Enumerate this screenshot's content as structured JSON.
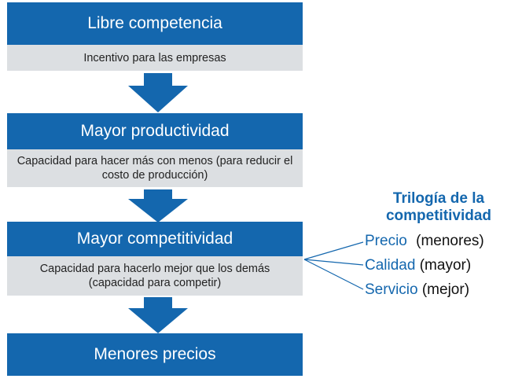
{
  "flow": {
    "steps": [
      {
        "title": "Libre competencia",
        "note": "Incentivo para las empresas"
      },
      {
        "title": "Mayor productividad",
        "note": "Capacidad para hacer más con menos (para reducir el costo de producción)"
      },
      {
        "title": "Mayor competitividad",
        "note": "Capacidad para hacerlo mejor que los demás (capacidad para competir)"
      },
      {
        "title": "Menores precios"
      }
    ]
  },
  "trilogy": {
    "title": "Trilogía de la competitividad",
    "items": [
      {
        "key": "Precio",
        "value": "(menores)"
      },
      {
        "key": "Calidad",
        "value": "(mayor)"
      },
      {
        "key": "Servicio",
        "value": "(mejor)"
      }
    ]
  },
  "colors": {
    "band": "#1467ae",
    "note_bg": "#dcdfe2",
    "accent_text": "#1467ae"
  }
}
